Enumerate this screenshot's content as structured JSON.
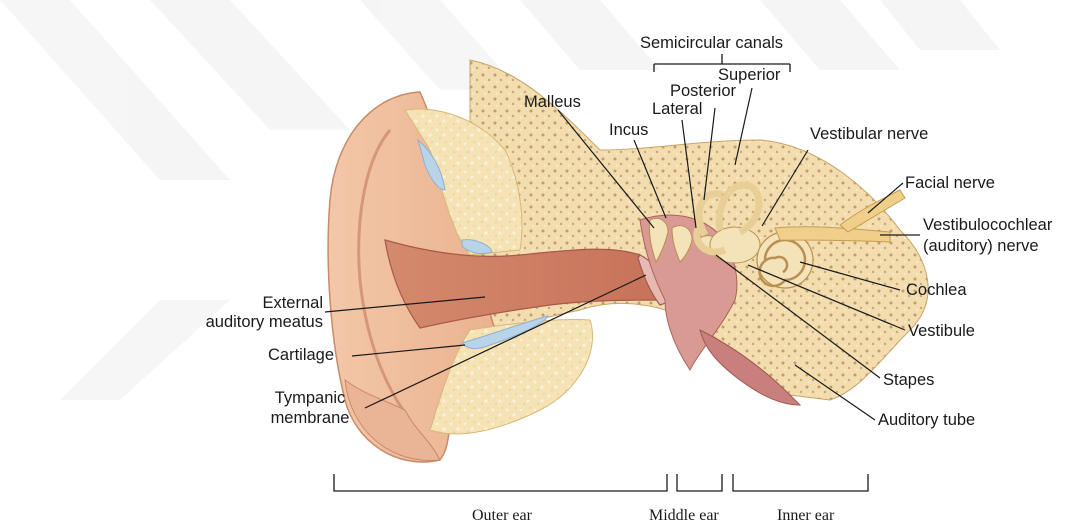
{
  "diagram": {
    "labels": {
      "semicircular_canals": "Semicircular canals",
      "superior": "Superior",
      "posterior": "Posterior",
      "lateral": "Lateral",
      "malleus": "Malleus",
      "incus": "Incus",
      "vestibular_nerve": "Vestibular nerve",
      "facial_nerve": "Facial nerve",
      "vestibulocochlear_line1": "Vestibulocochlear",
      "vestibulocochlear_line2": "(auditory) nerve",
      "cochlea": "Cochlea",
      "vestibule": "Vestibule",
      "stapes": "Stapes",
      "auditory_tube": "Auditory tube",
      "external_meatus_line1": "External",
      "external_meatus_line2": "auditory meatus",
      "cartilage": "Cartilage",
      "tympanic_line1": "Tympanic",
      "tympanic_line2": "membrane"
    },
    "sections": {
      "outer": "Outer ear",
      "middle": "Middle ear",
      "inner": "Inner ear"
    }
  }
}
